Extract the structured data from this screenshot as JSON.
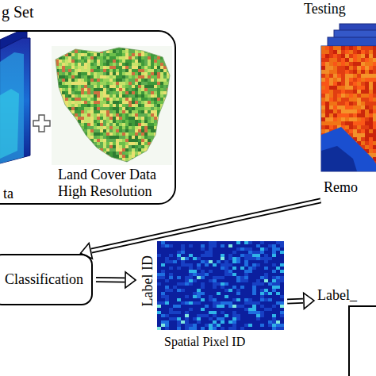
{
  "diagram": {
    "nodes": [
      {
        "text": [
          "g Set"
        ]
      },
      {
        "text": [
          "ta"
        ],
        "in": 0
      },
      {
        "text": [
          "Land Cover Data High Resolution"
        ],
        "in": 0
      },
      {
        "text": [
          "Testing",
          "Remo"
        ]
      },
      {
        "text": [
          "Classification"
        ]
      },
      {
        "text": [
          "Label ID",
          "Spatial Pixel ID"
        ]
      },
      {
        "text": [
          "Label_"
        ]
      }
    ],
    "edges": [
      {
        "from": 3,
        "to": 4,
        "arrow": "to"
      },
      {
        "from": 4,
        "to": 5,
        "arrow": "to"
      },
      {
        "from": 5,
        "to": 6,
        "arrow": "to"
      }
    ]
  }
}
